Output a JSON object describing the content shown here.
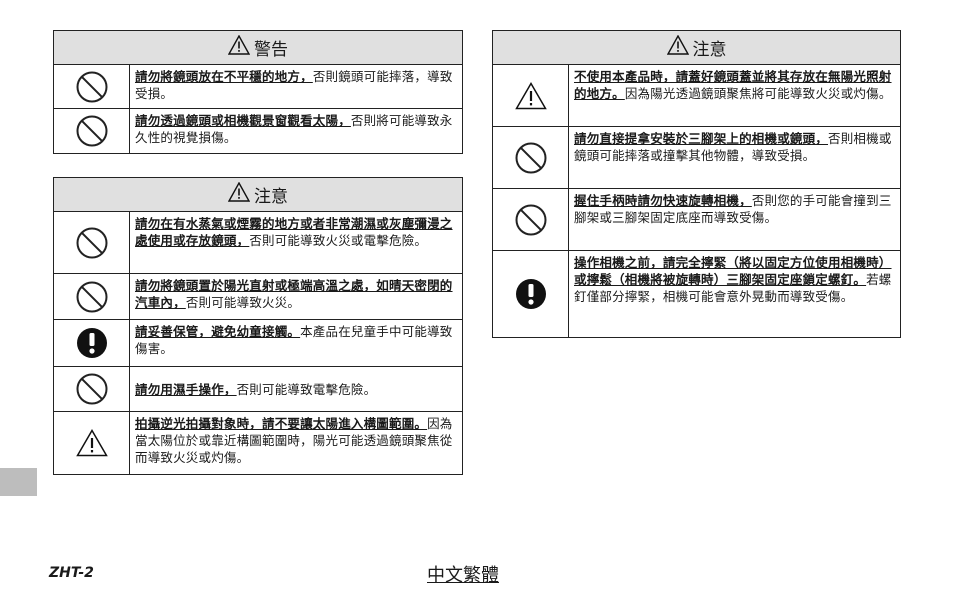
{
  "left_column": {
    "warning_table": {
      "title": "警告",
      "rows": [
        {
          "icon": "prohibition-icon",
          "strong": "請勿將鏡頭放在不平穩的地方，",
          "rest": "否則鏡頭可能摔落，導致受損。"
        },
        {
          "icon": "prohibition-icon",
          "strong": "請勿透過鏡頭或相機觀景窗觀看太陽，",
          "rest": "否則將可能導致永久性的視覺損傷。"
        }
      ]
    },
    "caution_table": {
      "title": "注意",
      "rows": [
        {
          "icon": "prohibition-icon",
          "strong": "請勿在有水蒸氣或煙霧的地方或者非常潮濕或灰塵彌漫之處使用或存放鏡頭，",
          "rest": "否則可能導致火災或電擊危險。"
        },
        {
          "icon": "prohibition-icon",
          "strong": "請勿將鏡頭置於陽光直射或極端高溫之處，如晴天密閉的汽車內，",
          "rest": "否則可能導致火災。"
        },
        {
          "icon": "mandatory-action-icon",
          "strong": "請妥善保管，避免幼童接觸。",
          "rest": "本產品在兒童手中可能導致傷害。"
        },
        {
          "icon": "prohibition-icon",
          "strong": "請勿用濕手操作，",
          "rest": "否則可能導致電擊危險。"
        },
        {
          "icon": "caution-triangle-icon",
          "strong": "拍攝逆光拍攝對象時，請不要讓太陽進入構圖範圍。",
          "rest": "因為當太陽位於或靠近構圖範圍時，陽光可能透過鏡頭聚焦從而導致火災或灼傷。"
        }
      ]
    }
  },
  "right_column": {
    "caution_table": {
      "title": "注意",
      "rows": [
        {
          "icon": "caution-triangle-icon",
          "strong": "不使用本產品時，請蓋好鏡頭蓋並將其存放在無陽光照射的地方。",
          "rest": "因為陽光透過鏡頭聚焦將可能導致火災或灼傷。"
        },
        {
          "icon": "prohibition-icon",
          "strong": "請勿直接提拿安裝於三腳架上的相機或鏡頭，",
          "rest": "否則相機或鏡頭可能摔落或撞擊其他物體，導致受損。"
        },
        {
          "icon": "prohibition-icon",
          "strong": "握住手柄時請勿快速旋轉相機，",
          "rest": "否則您的手可能會撞到三腳架或三腳架固定底座而導致受傷。"
        },
        {
          "icon": "mandatory-action-icon",
          "strong": "操作相機之前，請完全擰緊（將以固定方位使用相機時）或擰鬆（相機將被旋轉時）三腳架固定座鎖定螺釘。",
          "rest": "若螺釘僅部分擰緊，相機可能會意外晃動而導致受傷。"
        }
      ]
    }
  },
  "footer": {
    "page_number": "ZHT-2",
    "language": "中文繁體"
  }
}
